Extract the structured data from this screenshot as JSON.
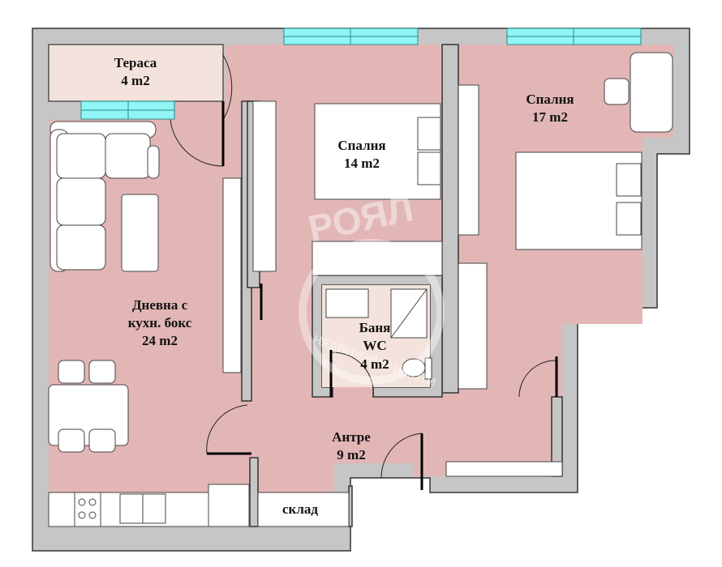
{
  "rooms": {
    "terrace": {
      "name": "Тераса",
      "area": "4 m2"
    },
    "bedroom_small": {
      "name": "Спалня",
      "area": "14 m2"
    },
    "bedroom_large": {
      "name": "Спалня",
      "area": "17 m2"
    },
    "living": {
      "line1": "Дневна с",
      "line2": "кухн. бокс",
      "area": "24 m2"
    },
    "bathroom": {
      "name": "Баня",
      "line2": "WC",
      "area": "4 m2"
    },
    "hall": {
      "name": "Антре",
      "area": "9 m2"
    },
    "storage": {
      "name": "склад"
    }
  },
  "watermark": {
    "brand": "РОЯЛ",
    "tagline": "НЕДВИЖИМИ ИМОТИ"
  },
  "colors": {
    "floor": "#e3b6b6",
    "terrace": "#f3e3dc",
    "wall": "#c6c6c6",
    "window": "#8ff5f5",
    "bathroom": "#f3e3dc"
  }
}
